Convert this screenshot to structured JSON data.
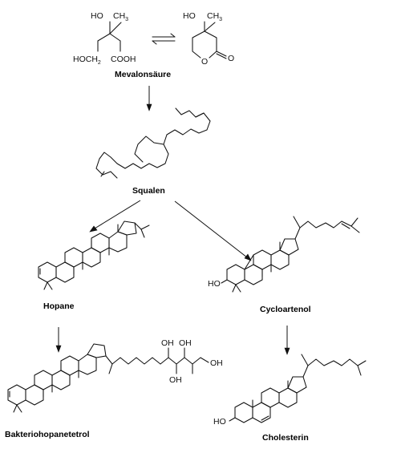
{
  "compounds": {
    "mevalonic_acid": {
      "name": "Mevalonsäure",
      "open_form_atoms": {
        "hydroxyl": "HO",
        "methyl": "CH",
        "methyl_sub": "3",
        "hydroxymethyl": "HOCH",
        "hydroxymethyl_sub": "2",
        "carboxyl": "COOH"
      },
      "lactone_atoms": {
        "hydroxyl": "HO",
        "methyl": "CH",
        "methyl_sub": "3",
        "ring_oxygen": "O",
        "carbonyl_oxygen": "O"
      }
    },
    "squalene": {
      "name": "Squalen"
    },
    "hopane": {
      "name": "Hopane"
    },
    "cycloartenol": {
      "name": "Cycloartenol",
      "atoms": {
        "hydroxyl": "HO"
      }
    },
    "bacteriohopanetetrol": {
      "name": "Bakteriohopanetetrol",
      "atoms": {
        "oh1": "OH",
        "oh2": "OH",
        "oh3": "OH",
        "oh4": "OH"
      }
    },
    "cholesterol": {
      "name": "Cholesterin",
      "atoms": {
        "hydroxyl": "HO"
      }
    }
  },
  "arrows": [
    {
      "from": "mevalonic_acid",
      "to": "squalene"
    },
    {
      "from": "squalene",
      "to": "hopane"
    },
    {
      "from": "squalene",
      "to": "cycloartenol"
    },
    {
      "from": "hopane",
      "to": "bacteriohopanetetrol"
    },
    {
      "from": "cycloartenol",
      "to": "cholesterol"
    }
  ]
}
